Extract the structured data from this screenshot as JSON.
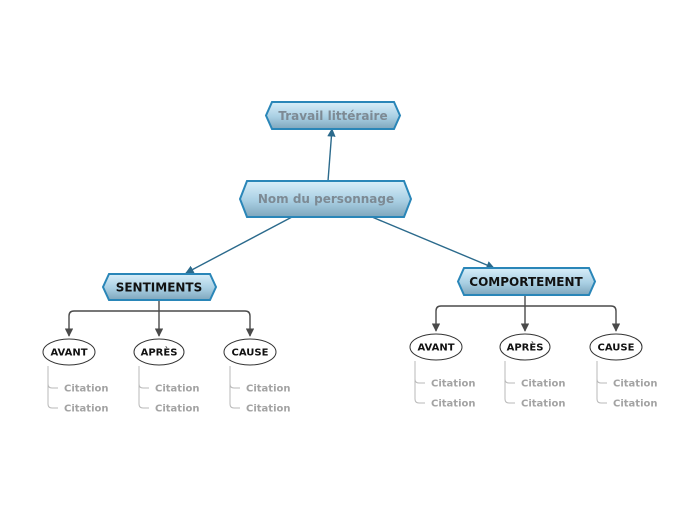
{
  "nodes": {
    "work": {
      "label": "Travail littéraire"
    },
    "character": {
      "label": "Nom du personnage"
    },
    "feelings": {
      "label": "SENTIMENTS"
    },
    "behavior": {
      "label": "COMPORTEMENT"
    }
  },
  "feelings_children": [
    {
      "label": "AVANT",
      "citations": [
        "Citation",
        "Citation"
      ]
    },
    {
      "label": "APRÈS",
      "citations": [
        "Citation",
        "Citation"
      ]
    },
    {
      "label": "CAUSE",
      "citations": [
        "Citation",
        "Citation"
      ]
    }
  ],
  "behavior_children": [
    {
      "label": "AVANT",
      "citations": [
        "Citation",
        "Citation"
      ]
    },
    {
      "label": "APRÈS",
      "citations": [
        "Citation",
        "Citation"
      ]
    },
    {
      "label": "CAUSE",
      "citations": [
        "Citation",
        "Citation"
      ]
    }
  ],
  "colors": {
    "connector": "#2b6a8c",
    "branch": "#4a4a4a",
    "node_border": "#2a86b8",
    "title_text": "#7d8a94",
    "section_text": "#111111",
    "citation_text": "#a3a3a3"
  }
}
